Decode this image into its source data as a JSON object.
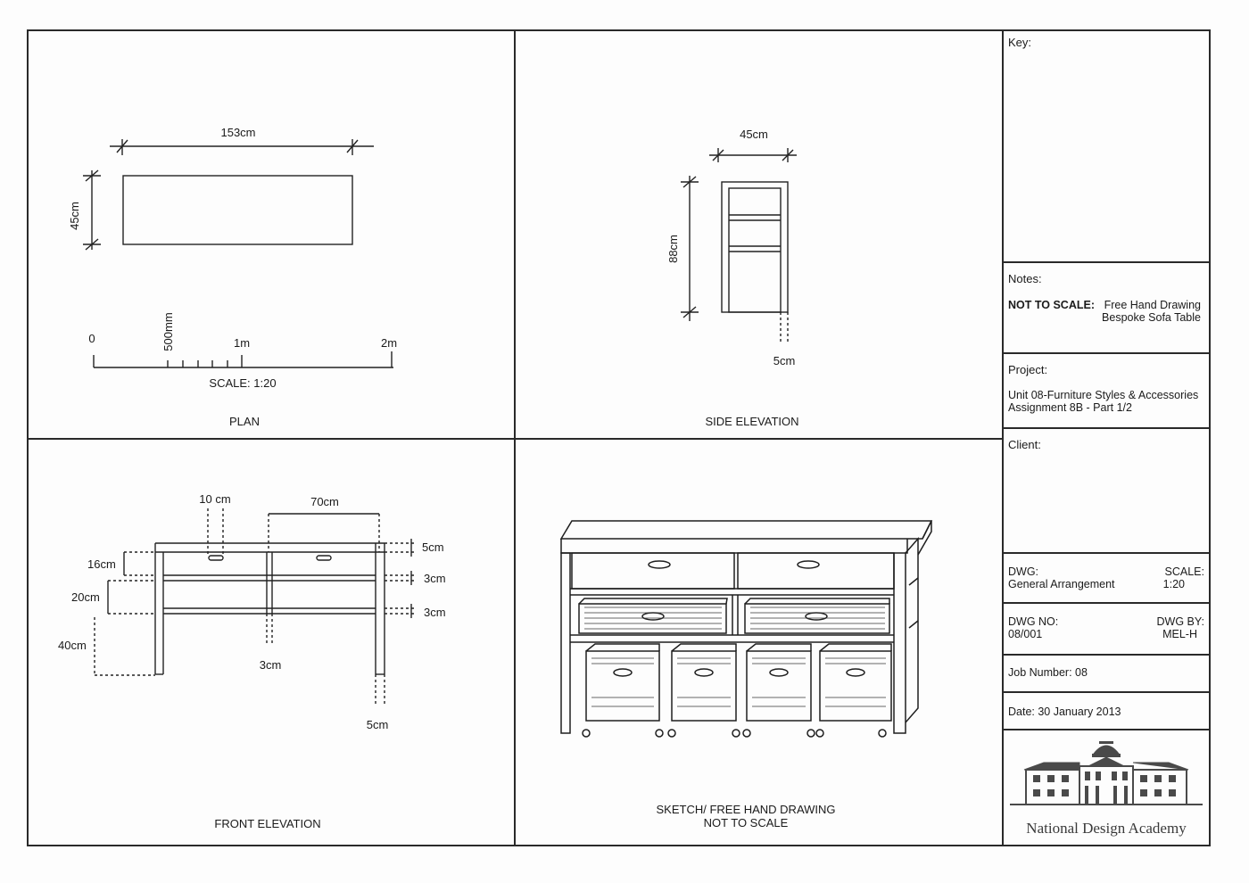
{
  "panels": {
    "plan": {
      "title": "PLAN",
      "dims": {
        "length": "153cm",
        "width": "45cm"
      },
      "scale_bar": {
        "zero": "0",
        "half": "500mm",
        "one": "1m",
        "two": "2m",
        "label": "SCALE: 1:20"
      }
    },
    "side_elevation": {
      "title": "SIDE ELEVATION",
      "dims": {
        "depth": "45cm",
        "height": "88cm",
        "leg": "5cm"
      }
    },
    "front_elevation": {
      "title": "FRONT ELEVATION",
      "dims": {
        "handle_gap": "10 cm",
        "drawer_width": "70cm",
        "top": "5cm",
        "shelf1": "3cm",
        "shelf2": "3cm",
        "drawer_height": "16cm",
        "gap": "20cm",
        "leg_clear": "40cm",
        "divider": "3cm",
        "leg": "5cm"
      }
    },
    "sketch": {
      "title_line1": "SKETCH/ FREE HAND DRAWING",
      "title_line2": "NOT TO SCALE"
    }
  },
  "title_block": {
    "key_label": "Key:",
    "notes_label": "Notes:",
    "notes_bold": "NOT TO SCALE:",
    "notes_line1": "Free Hand Drawing",
    "notes_line2": "Bespoke Sofa Table",
    "project_label": "Project:",
    "project_line1": "Unit 08-Furniture Styles & Accessories",
    "project_line2": "Assignment 8B - Part 1/2",
    "client_label": "Client:",
    "dwg_label": "DWG:",
    "dwg_value": "General Arrangement",
    "scale_label": "SCALE:",
    "scale_value": "1:20",
    "dwg_no_label": "DWG NO:",
    "dwg_no_value": "08/001",
    "dwg_by_label": "DWG BY:",
    "dwg_by_value": "MEL-H",
    "job_number": "Job Number: 08",
    "date": "Date: 30 January 2013",
    "logo_text": "National Design Academy"
  }
}
